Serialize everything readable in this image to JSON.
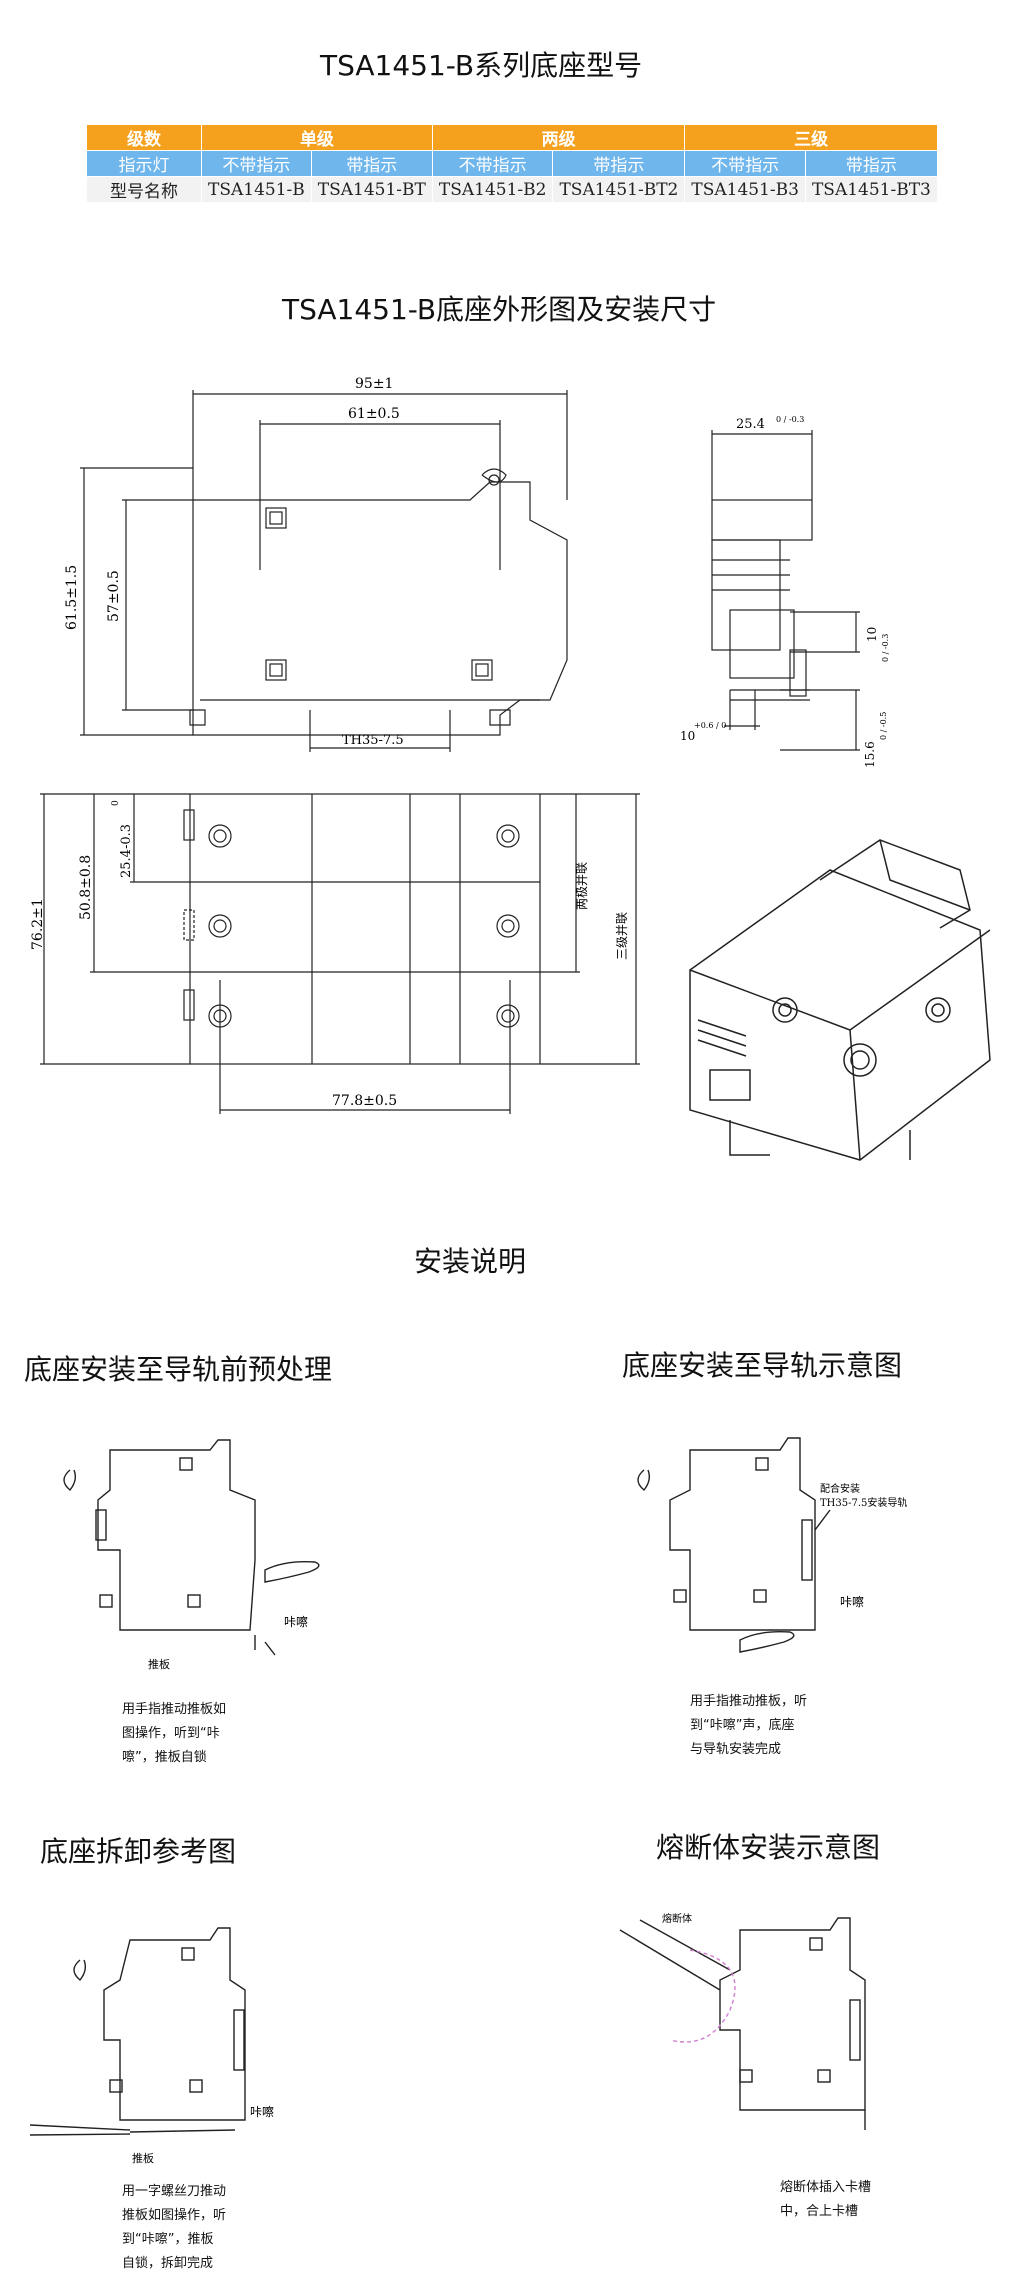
{
  "title_series": "TSA1451-B系列底座型号",
  "table": {
    "header": [
      "级数",
      "单级",
      "两级",
      "三级"
    ],
    "indicator_row": [
      "指示灯",
      "不带指示",
      "带指示",
      "不带指示",
      "带指示",
      "不带指示",
      "带指示"
    ],
    "model_row": [
      "型号名称",
      "TSA1451-B",
      "TSA1451-BT",
      "TSA1451-B2",
      "TSA1451-BT2",
      "TSA1451-B3",
      "TSA1451-BT3"
    ]
  },
  "title_dims": "TSA1451-B底座外形图及安装尺寸",
  "dims": {
    "d95": "95±1",
    "d61": "61±0.5",
    "d615": "61.5±1.5",
    "d57": "57±0.5",
    "th35": "TH35-7.5",
    "d254": "25.4",
    "d254_tol": "0 / -0.3",
    "d10r": "10",
    "d10r_tol": "0 / -0.3",
    "d10b": "10",
    "d10b_tol": "+0.6 / 0",
    "d156": "15.6",
    "d156_tol": "0 / -0.5",
    "d762": "76.2±1",
    "d508": "50.8±0.8",
    "d254b": "25.4-0.3",
    "d254b_0": "0",
    "d778": "77.8±0.5",
    "two_pole": "两极并联",
    "three_pole": "三级并联"
  },
  "title_install": "安装说明",
  "sections": {
    "s1_title": "底座安装至导轨前预处理",
    "s2_title": "底座安装至导轨示意图",
    "s3_title": "底座拆卸参考图",
    "s4_title": "熔断体安装示意图"
  },
  "labels": {
    "click": "咔嚓",
    "pushplate": "推板",
    "rail1": "配合安装",
    "rail2": "TH35-7.5安装导轨",
    "fuse": "熔断体"
  },
  "notes": {
    "n1": "用手指推动推板如\n图操作，听到“咔\n嚓”，推板自锁",
    "n2": "用手指推动推板，听\n到“咔嚓”声，底座\n与导轨安装完成",
    "n3": "用一字螺丝刀推动\n推板如图操作，听\n到“咔嚓”，推板\n自锁，拆卸完成",
    "n4": "熔断体插入卡槽\n中，合上卡槽"
  }
}
